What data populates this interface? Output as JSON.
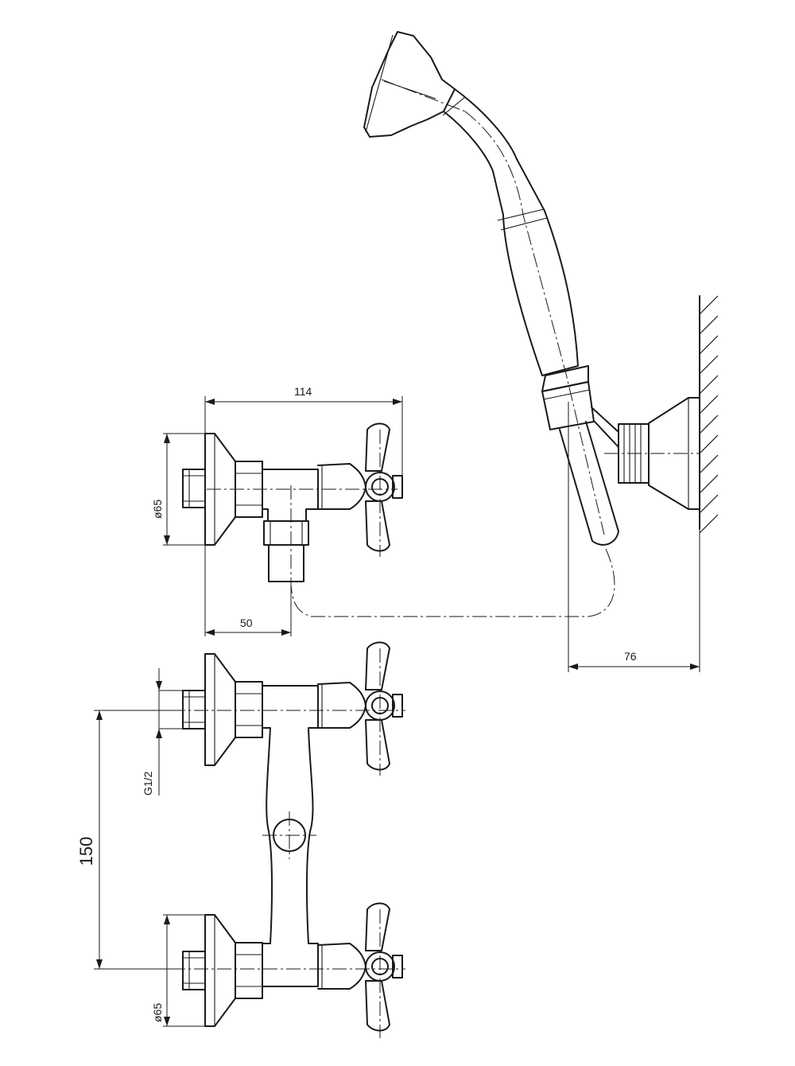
{
  "dimensions": {
    "width_total": "114",
    "outlet_offset": "50",
    "holder_offset": "76",
    "center_distance": "150",
    "flange_diameter_top": "ø65",
    "flange_diameter_bottom": "ø65",
    "thread_size": "G1/2"
  }
}
